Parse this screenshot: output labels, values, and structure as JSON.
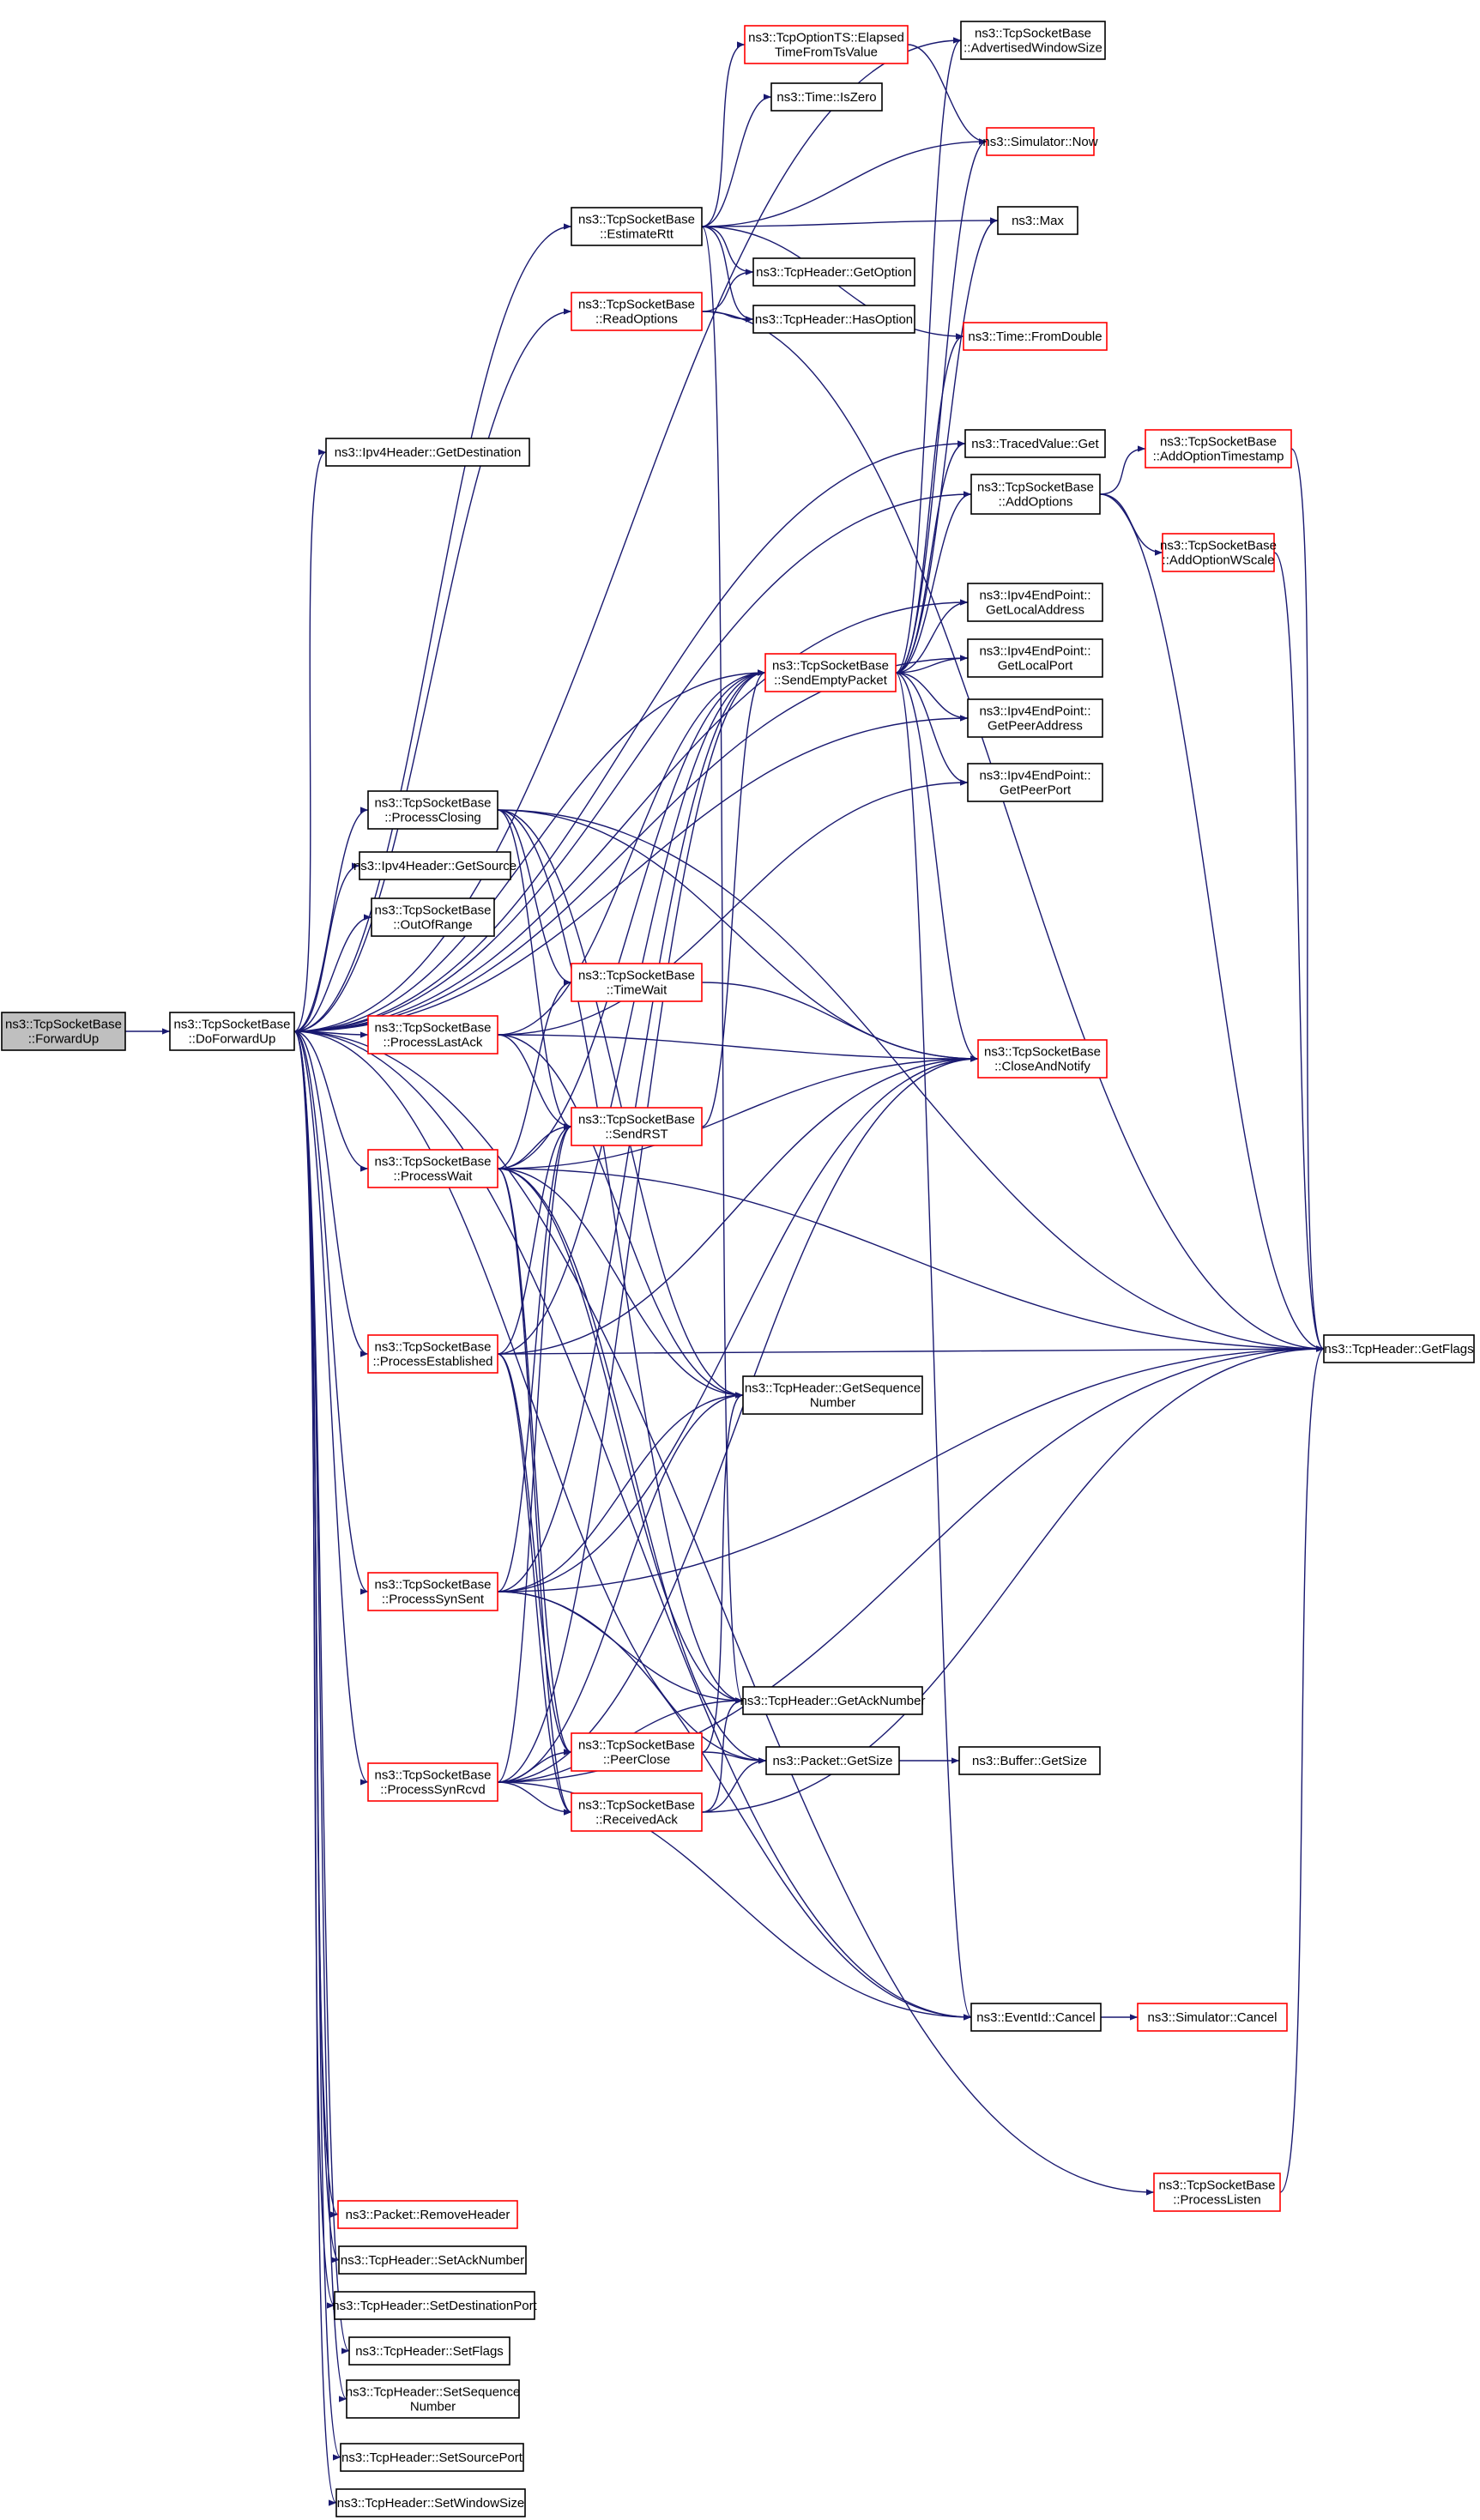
{
  "graph": {
    "colors": {
      "edge": "#191970",
      "node_fill": "#ffffff",
      "node_border_normal": "#000000",
      "node_border_truncated": "#ff0000",
      "focus_fill": "#bfbfbf",
      "text": "#000000"
    },
    "nodes": [
      {
        "id": "forwardup",
        "kind": "focus",
        "lines": [
          "ns3::TcpSocketBase",
          "::ForwardUp"
        ]
      },
      {
        "id": "doforwardup",
        "kind": "normal",
        "lines": [
          "ns3::TcpSocketBase",
          "::DoForwardUp"
        ]
      },
      {
        "id": "advertisedwindowsize",
        "kind": "normal",
        "lines": [
          "ns3::TcpSocketBase",
          "::AdvertisedWindowSize"
        ]
      },
      {
        "id": "elapsedtime",
        "kind": "truncated",
        "lines": [
          "ns3::TcpOptionTS::Elapsed",
          "TimeFromTsValue"
        ]
      },
      {
        "id": "iszero",
        "kind": "normal",
        "lines": [
          "ns3::Time::IsZero"
        ]
      },
      {
        "id": "simnow",
        "kind": "truncated",
        "lines": [
          "ns3::Simulator::Now"
        ]
      },
      {
        "id": "estimatertt",
        "kind": "normal",
        "lines": [
          "ns3::TcpSocketBase",
          "::EstimateRtt"
        ]
      },
      {
        "id": "max",
        "kind": "normal",
        "lines": [
          "ns3::Max"
        ]
      },
      {
        "id": "getoption",
        "kind": "normal",
        "lines": [
          "ns3::TcpHeader::GetOption"
        ]
      },
      {
        "id": "readoptions",
        "kind": "truncated",
        "lines": [
          "ns3::TcpSocketBase",
          "::ReadOptions"
        ]
      },
      {
        "id": "hasoption",
        "kind": "normal",
        "lines": [
          "ns3::TcpHeader::HasOption"
        ]
      },
      {
        "id": "fromdouble",
        "kind": "truncated",
        "lines": [
          "ns3::Time::FromDouble"
        ]
      },
      {
        "id": "tracedget",
        "kind": "normal",
        "lines": [
          "ns3::TracedValue::Get"
        ]
      },
      {
        "id": "ipv4getdest",
        "kind": "normal",
        "lines": [
          "ns3::Ipv4Header::GetDestination"
        ]
      },
      {
        "id": "addoptions",
        "kind": "normal",
        "lines": [
          "ns3::TcpSocketBase",
          "::AddOptions"
        ]
      },
      {
        "id": "addopttimestamp",
        "kind": "truncated",
        "lines": [
          "ns3::TcpSocketBase",
          "::AddOptionTimestamp"
        ]
      },
      {
        "id": "addoptwscale",
        "kind": "truncated",
        "lines": [
          "ns3::TcpSocketBase",
          "::AddOptionWScale"
        ]
      },
      {
        "id": "getlocaladdress",
        "kind": "normal",
        "lines": [
          "ns3::Ipv4EndPoint::",
          "GetLocalAddress"
        ]
      },
      {
        "id": "getlocalport",
        "kind": "normal",
        "lines": [
          "ns3::Ipv4EndPoint::",
          "GetLocalPort"
        ]
      },
      {
        "id": "sendemptypacket",
        "kind": "truncated",
        "lines": [
          "ns3::TcpSocketBase",
          "::SendEmptyPacket"
        ]
      },
      {
        "id": "getpeeraddress",
        "kind": "normal",
        "lines": [
          "ns3::Ipv4EndPoint::",
          "GetPeerAddress"
        ]
      },
      {
        "id": "getpeerport",
        "kind": "normal",
        "lines": [
          "ns3::Ipv4EndPoint::",
          "GetPeerPort"
        ]
      },
      {
        "id": "processclosing",
        "kind": "normal",
        "lines": [
          "ns3::TcpSocketBase",
          "::ProcessClosing"
        ]
      },
      {
        "id": "ipv4getsource",
        "kind": "normal",
        "lines": [
          "ns3::Ipv4Header::GetSource"
        ]
      },
      {
        "id": "outofrange",
        "kind": "normal",
        "lines": [
          "ns3::TcpSocketBase",
          "::OutOfRange"
        ]
      },
      {
        "id": "timewait",
        "kind": "truncated",
        "lines": [
          "ns3::TcpSocketBase",
          "::TimeWait"
        ]
      },
      {
        "id": "processlastack",
        "kind": "truncated",
        "lines": [
          "ns3::TcpSocketBase",
          "::ProcessLastAck"
        ]
      },
      {
        "id": "closeandnotify",
        "kind": "truncated",
        "lines": [
          "ns3::TcpSocketBase",
          "::CloseAndNotify"
        ]
      },
      {
        "id": "sendrst",
        "kind": "truncated",
        "lines": [
          "ns3::TcpSocketBase",
          "::SendRST"
        ]
      },
      {
        "id": "processwait",
        "kind": "truncated",
        "lines": [
          "ns3::TcpSocketBase",
          "::ProcessWait"
        ]
      },
      {
        "id": "getflags",
        "kind": "normal",
        "lines": [
          "ns3::TcpHeader::GetFlags"
        ]
      },
      {
        "id": "processestablished",
        "kind": "truncated",
        "lines": [
          "ns3::TcpSocketBase",
          "::ProcessEstablished"
        ]
      },
      {
        "id": "getseqnum",
        "kind": "normal",
        "lines": [
          "ns3::TcpHeader::GetSequence",
          "Number"
        ]
      },
      {
        "id": "processsynsent",
        "kind": "truncated",
        "lines": [
          "ns3::TcpSocketBase",
          "::ProcessSynSent"
        ]
      },
      {
        "id": "getacknumber",
        "kind": "normal",
        "lines": [
          "ns3::TcpHeader::GetAckNumber"
        ]
      },
      {
        "id": "peerclose",
        "kind": "truncated",
        "lines": [
          "ns3::TcpSocketBase",
          "::PeerClose"
        ]
      },
      {
        "id": "packetgetsize",
        "kind": "normal",
        "lines": [
          "ns3::Packet::GetSize"
        ]
      },
      {
        "id": "buffergetsize",
        "kind": "normal",
        "lines": [
          "ns3::Buffer::GetSize"
        ]
      },
      {
        "id": "processsynrcvd",
        "kind": "truncated",
        "lines": [
          "ns3::TcpSocketBase",
          "::ProcessSynRcvd"
        ]
      },
      {
        "id": "receivedack",
        "kind": "truncated",
        "lines": [
          "ns3::TcpSocketBase",
          "::ReceivedAck"
        ]
      },
      {
        "id": "eventcancel",
        "kind": "normal",
        "lines": [
          "ns3::EventId::Cancel"
        ]
      },
      {
        "id": "simcancel",
        "kind": "truncated",
        "lines": [
          "ns3::Simulator::Cancel"
        ]
      },
      {
        "id": "processlisten",
        "kind": "truncated",
        "lines": [
          "ns3::TcpSocketBase",
          "::ProcessListen"
        ]
      },
      {
        "id": "removeheader",
        "kind": "truncated",
        "lines": [
          "ns3::Packet::RemoveHeader"
        ]
      },
      {
        "id": "setacknumber",
        "kind": "normal",
        "lines": [
          "ns3::TcpHeader::SetAckNumber"
        ]
      },
      {
        "id": "setdestport",
        "kind": "normal",
        "lines": [
          "ns3::TcpHeader::SetDestinationPort"
        ]
      },
      {
        "id": "setflags",
        "kind": "normal",
        "lines": [
          "ns3::TcpHeader::SetFlags"
        ]
      },
      {
        "id": "setseqnum",
        "kind": "normal",
        "lines": [
          "ns3::TcpHeader::SetSequence",
          "Number"
        ]
      },
      {
        "id": "setsourceport",
        "kind": "normal",
        "lines": [
          "ns3::TcpHeader::SetSourcePort"
        ]
      },
      {
        "id": "setwindowsize",
        "kind": "normal",
        "lines": [
          "ns3::TcpHeader::SetWindowSize"
        ]
      }
    ],
    "edges": [
      [
        "forwardup",
        "doforwardup"
      ],
      [
        "doforwardup",
        "advertisedwindowsize"
      ],
      [
        "doforwardup",
        "estimatertt"
      ],
      [
        "doforwardup",
        "readoptions"
      ],
      [
        "doforwardup",
        "tracedget"
      ],
      [
        "doforwardup",
        "ipv4getdest"
      ],
      [
        "doforwardup",
        "addoptions"
      ],
      [
        "doforwardup",
        "getlocaladdress"
      ],
      [
        "doforwardup",
        "getlocalport"
      ],
      [
        "doforwardup",
        "sendemptypacket"
      ],
      [
        "doforwardup",
        "getpeeraddress"
      ],
      [
        "doforwardup",
        "processclosing"
      ],
      [
        "doforwardup",
        "ipv4getsource"
      ],
      [
        "doforwardup",
        "outofrange"
      ],
      [
        "doforwardup",
        "processlastack"
      ],
      [
        "doforwardup",
        "processwait"
      ],
      [
        "doforwardup",
        "processestablished"
      ],
      [
        "doforwardup",
        "processsynsent"
      ],
      [
        "doforwardup",
        "processsynrcvd"
      ],
      [
        "doforwardup",
        "packetgetsize"
      ],
      [
        "doforwardup",
        "eventcancel"
      ],
      [
        "doforwardup",
        "processlisten"
      ],
      [
        "doforwardup",
        "removeheader"
      ],
      [
        "doforwardup",
        "setacknumber"
      ],
      [
        "doforwardup",
        "setdestport"
      ],
      [
        "doforwardup",
        "setflags"
      ],
      [
        "doforwardup",
        "setseqnum"
      ],
      [
        "doforwardup",
        "setsourceport"
      ],
      [
        "doforwardup",
        "setwindowsize"
      ],
      [
        "estimatertt",
        "elapsedtime"
      ],
      [
        "estimatertt",
        "iszero"
      ],
      [
        "estimatertt",
        "simnow"
      ],
      [
        "estimatertt",
        "max"
      ],
      [
        "estimatertt",
        "getoption"
      ],
      [
        "estimatertt",
        "hasoption"
      ],
      [
        "estimatertt",
        "fromdouble"
      ],
      [
        "estimatertt",
        "getacknumber"
      ],
      [
        "elapsedtime",
        "simnow"
      ],
      [
        "readoptions",
        "getoption"
      ],
      [
        "readoptions",
        "hasoption"
      ],
      [
        "readoptions",
        "getflags"
      ],
      [
        "addoptions",
        "addopttimestamp"
      ],
      [
        "addoptions",
        "addoptwscale"
      ],
      [
        "addoptions",
        "getflags"
      ],
      [
        "addopttimestamp",
        "getflags"
      ],
      [
        "addoptwscale",
        "getflags"
      ],
      [
        "sendemptypacket",
        "advertisedwindowsize"
      ],
      [
        "sendemptypacket",
        "simnow"
      ],
      [
        "sendemptypacket",
        "max"
      ],
      [
        "sendemptypacket",
        "fromdouble"
      ],
      [
        "sendemptypacket",
        "tracedget"
      ],
      [
        "sendemptypacket",
        "addoptions"
      ],
      [
        "sendemptypacket",
        "getlocaladdress"
      ],
      [
        "sendemptypacket",
        "getlocalport"
      ],
      [
        "sendemptypacket",
        "getpeeraddress"
      ],
      [
        "sendemptypacket",
        "getpeerport"
      ],
      [
        "sendemptypacket",
        "closeandnotify"
      ],
      [
        "sendemptypacket",
        "eventcancel"
      ],
      [
        "processclosing",
        "getflags"
      ],
      [
        "processclosing",
        "timewait"
      ],
      [
        "processclosing",
        "closeandnotify"
      ],
      [
        "processclosing",
        "sendrst"
      ],
      [
        "processclosing",
        "getseqnum"
      ],
      [
        "processclosing",
        "getacknumber"
      ],
      [
        "timewait",
        "closeandnotify"
      ],
      [
        "processlastack",
        "getpeerport"
      ],
      [
        "processlastack",
        "sendemptypacket"
      ],
      [
        "processlastack",
        "closeandnotify"
      ],
      [
        "processlastack",
        "sendrst"
      ],
      [
        "processlastack",
        "getseqnum"
      ],
      [
        "processwait",
        "sendemptypacket"
      ],
      [
        "processwait",
        "timewait"
      ],
      [
        "processwait",
        "closeandnotify"
      ],
      [
        "processwait",
        "sendrst"
      ],
      [
        "processwait",
        "getflags"
      ],
      [
        "processwait",
        "getseqnum"
      ],
      [
        "processwait",
        "getacknumber"
      ],
      [
        "processwait",
        "packetgetsize"
      ],
      [
        "processwait",
        "receivedack"
      ],
      [
        "processwait",
        "peerclose"
      ],
      [
        "sendrst",
        "sendemptypacket"
      ],
      [
        "processestablished",
        "sendemptypacket"
      ],
      [
        "processestablished",
        "sendrst"
      ],
      [
        "processestablished",
        "closeandnotify"
      ],
      [
        "processestablished",
        "getflags"
      ],
      [
        "processestablished",
        "peerclose"
      ],
      [
        "processestablished",
        "receivedack"
      ],
      [
        "processsynsent",
        "sendemptypacket"
      ],
      [
        "processsynsent",
        "sendrst"
      ],
      [
        "processsynsent",
        "closeandnotify"
      ],
      [
        "processsynsent",
        "getseqnum"
      ],
      [
        "processsynsent",
        "getacknumber"
      ],
      [
        "processsynsent",
        "getflags"
      ],
      [
        "processsynsent",
        "eventcancel"
      ],
      [
        "processsynrcvd",
        "sendemptypacket"
      ],
      [
        "processsynrcvd",
        "sendrst"
      ],
      [
        "processsynrcvd",
        "peerclose"
      ],
      [
        "processsynrcvd",
        "receivedack"
      ],
      [
        "processsynrcvd",
        "getacknumber"
      ],
      [
        "processsynrcvd",
        "getseqnum"
      ],
      [
        "processsynrcvd",
        "closeandnotify"
      ],
      [
        "processsynrcvd",
        "eventcancel"
      ],
      [
        "processsynrcvd",
        "getflags"
      ],
      [
        "peerclose",
        "packetgetsize"
      ],
      [
        "peerclose",
        "getseqnum"
      ],
      [
        "receivedack",
        "getflags"
      ],
      [
        "receivedack",
        "getacknumber"
      ],
      [
        "receivedack",
        "packetgetsize"
      ],
      [
        "packetgetsize",
        "buffergetsize"
      ],
      [
        "eventcancel",
        "simcancel"
      ],
      [
        "processlisten",
        "getflags"
      ]
    ]
  }
}
